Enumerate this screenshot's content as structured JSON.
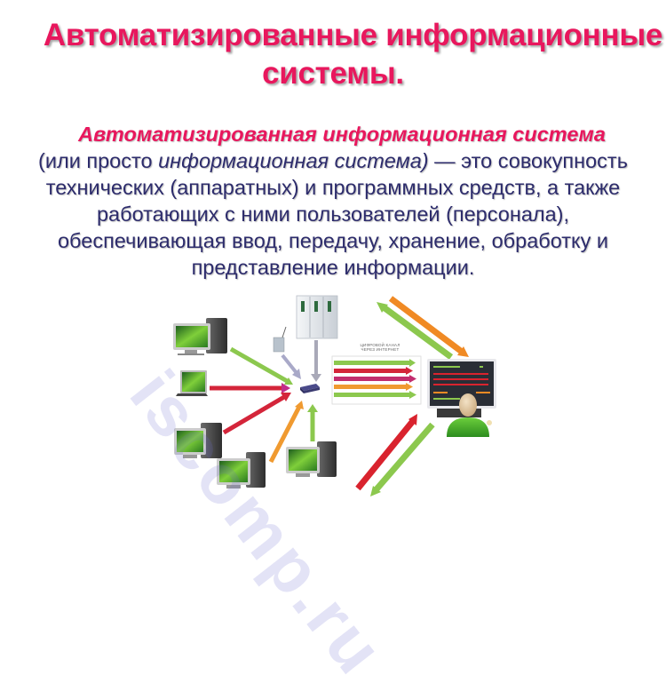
{
  "slide": {
    "title_line1": "Автоматизированные информационные",
    "title_line2": "системы.",
    "definition": {
      "term": "Автоматизированная информационная система",
      "line1_pre": "(или просто ",
      "line1_italic": "информационная система)",
      "line1_post": " — это совокупность",
      "line2": "технических (аппаратных) и программных средств, а также",
      "line3": "работающих с ними пользователей (персонала),",
      "line4": "обеспечивающая ввод, передачу, хранение, обработку и",
      "line5": "представление информации."
    }
  },
  "diagram": {
    "channel_label_line1": "ЦИФРОВОЙ КАНАЛ",
    "channel_label_line2": "ЧЕРЕЗ ИНТЕРНЕТ",
    "watermark": "iscomp.ru",
    "nodes": [
      "workstation-1",
      "laptop",
      "workstation-2",
      "workstation-3",
      "workstation-4",
      "server-rack",
      "wireless-router",
      "network-switch",
      "operator-console"
    ]
  },
  "colors": {
    "title": "#e8175d",
    "body_text": "#2d2c6c",
    "arrow_green": "#7cc043",
    "arrow_red": "#d9232e",
    "arrow_magenta": "#c4267e",
    "arrow_orange": "#f08a24",
    "arrow_gray": "#a9a9b8",
    "watermark": "#6a6ad0"
  }
}
